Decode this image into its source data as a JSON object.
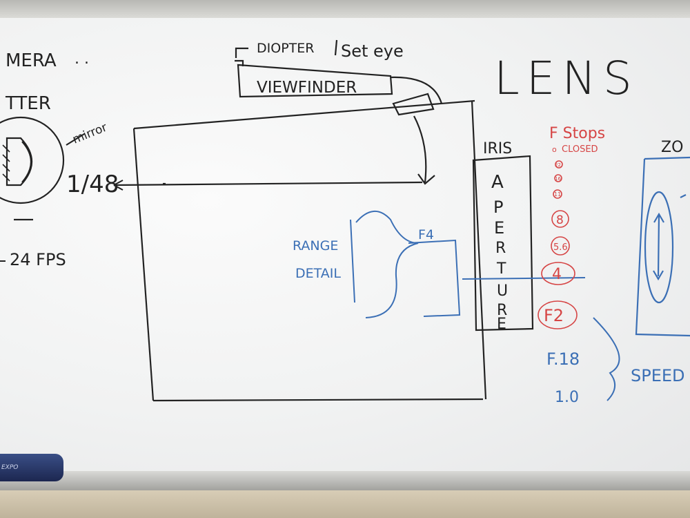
{
  "left_edge_notes": {
    "camera_fragment": "MERA",
    "shutter_fragment": "TTER",
    "mirror_label": "mirror",
    "shutter_angle": "1/48",
    "fps": "24 FPS"
  },
  "viewfinder": {
    "diopter_label": "DIOPTER",
    "diopter_note": "Set eye",
    "viewfinder_label": "VIEWFINDER"
  },
  "lens_title": "LENS",
  "iris": {
    "label": "IRIS",
    "aperture_letters": [
      "A",
      "P",
      "E",
      "R",
      "T",
      "U",
      "R",
      "E"
    ]
  },
  "depth": {
    "range_label": "RANGE",
    "detail_label": "DETAIL",
    "f_label": "F4"
  },
  "fstops": {
    "heading": "F Stops",
    "closed_label": "CLOSED",
    "small_circled": [
      "22",
      "16",
      "11"
    ],
    "circled": [
      "8",
      "5.6",
      "4",
      "F2"
    ],
    "fast_stops": [
      "F.18",
      "1.0"
    ],
    "speed_label": "SPEED"
  },
  "zoom_fragment": "ZO"
}
